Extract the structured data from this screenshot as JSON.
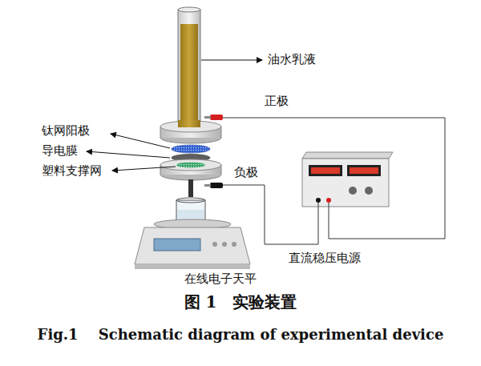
{
  "diagram": {
    "caption": "图 1　实验装置",
    "labels": [
      "油水乳液",
      "正极",
      "钛网阳极",
      "导电膜",
      "塑料支撑网",
      "负极",
      "直流稳压电源",
      "在线电子天平",
      "Fig.1    Schematic diagram of experimental device"
    ]
  }
}
